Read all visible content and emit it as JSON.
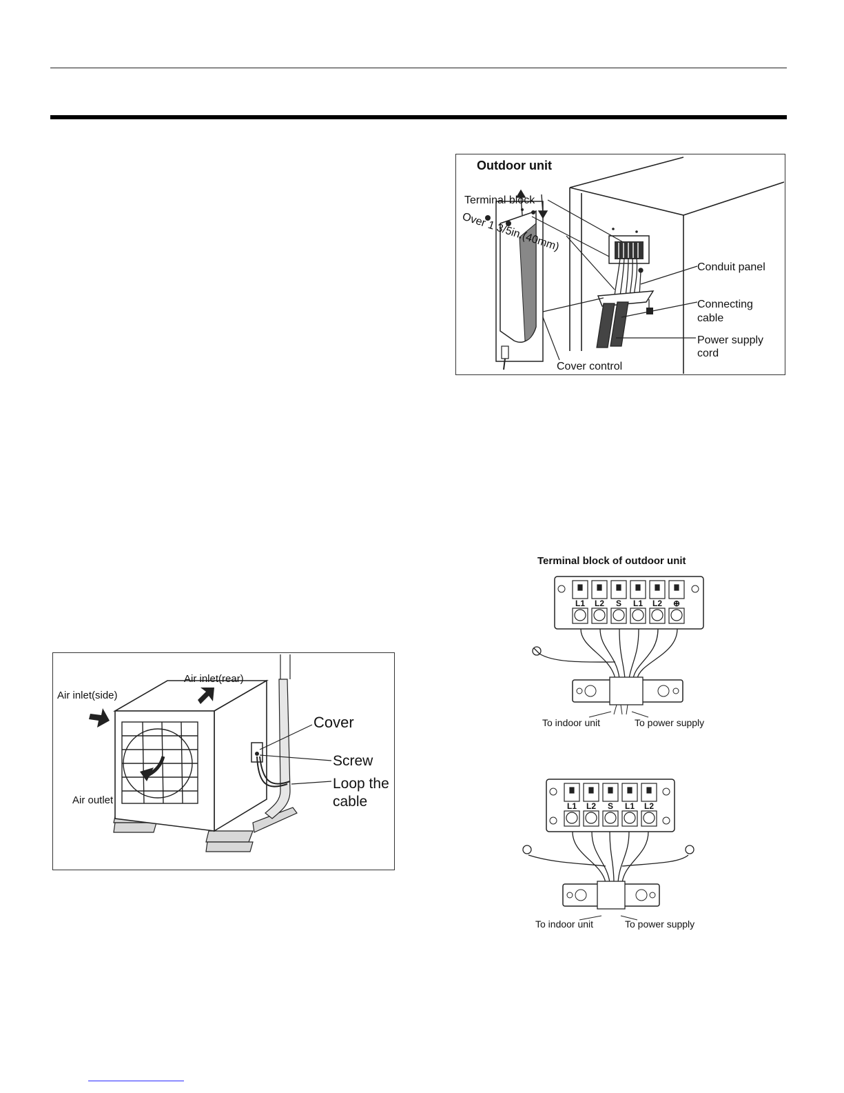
{
  "outdoor_fig": {
    "title": "Outdoor unit",
    "terminal_block": "Terminal block",
    "clearance": "Over 1 3/5in.(40mm)",
    "conduit_panel": "Conduit panel",
    "connecting_cable_1": "Connecting",
    "connecting_cable_2": "cable",
    "power_supply_cord_1": "Power supply",
    "power_supply_cord_2": "cord",
    "cover_control": "Cover control"
  },
  "airflow_fig": {
    "air_inlet_rear": "Air inlet(rear)",
    "air_inlet_side": "Air inlet(side)",
    "air_outlet": "Air outlet",
    "cover": "Cover",
    "screw": "Screw",
    "loop_1": "Loop the",
    "loop_2": "cable"
  },
  "terminal_fig": {
    "title": "Terminal block of outdoor unit",
    "block1_terminals": [
      "L1",
      "L2",
      "S",
      "L1",
      "L2",
      "⊕"
    ],
    "block2_terminals": [
      "L1",
      "L2",
      "S",
      "L1",
      "L2"
    ],
    "to_indoor": "To indoor unit",
    "to_power": "To power supply"
  }
}
